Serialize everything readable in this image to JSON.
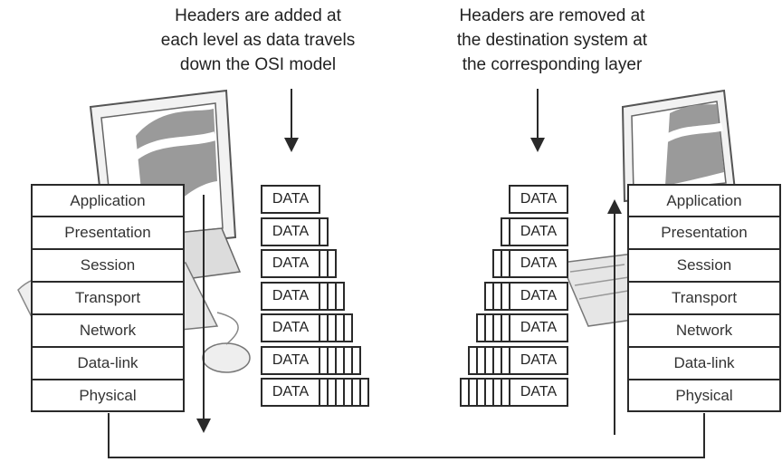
{
  "captions": {
    "left": "Headers are added at\neach level as data travels\ndown the OSI model",
    "right": "Headers are removed at\nthe destination system at\nthe corresponding layer"
  },
  "layers": [
    "Application",
    "Presentation",
    "Session",
    "Transport",
    "Network",
    "Data-link",
    "Physical"
  ],
  "pdu": {
    "label": "DATA",
    "header_counts": [
      0,
      1,
      2,
      3,
      4,
      5,
      6
    ]
  },
  "colors": {
    "line": "#2a2a2a",
    "monitor_shade": "#9a9a9a",
    "computer_fill": "#e6e6e6"
  },
  "icons": [
    "computer-icon-left",
    "computer-icon-right"
  ]
}
